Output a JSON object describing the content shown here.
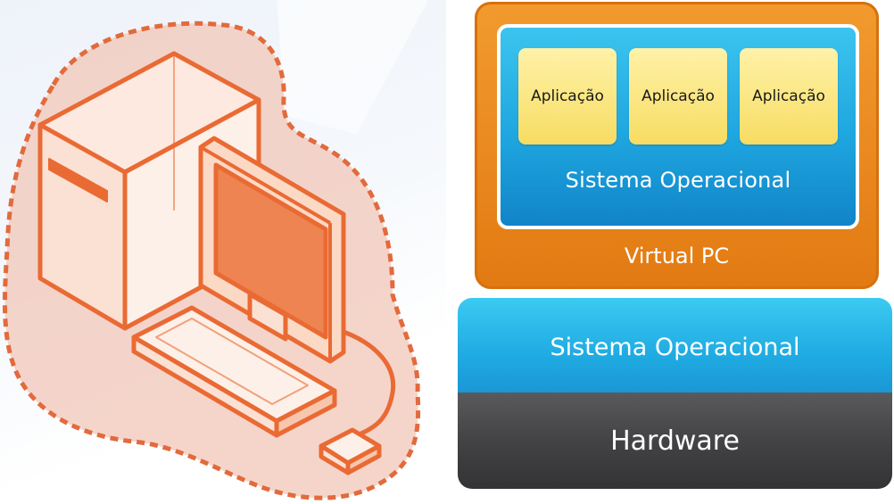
{
  "illustration": {
    "icons": [
      "computer-icon",
      "monitor-icon",
      "keyboard-icon",
      "mouse-icon"
    ],
    "accent_color": "#e8683a"
  },
  "diagram": {
    "applications": [
      "Aplicação",
      "Aplicação",
      "Aplicação"
    ],
    "guest_os_label": "Sistema Operacional",
    "virtual_pc_label": "Virtual PC",
    "host_os_label": "Sistema Operacional",
    "hardware_label": "Hardware",
    "colors": {
      "virtual_pc": "#ee8a1e",
      "operating_system": "#1ea6df",
      "application": "#fbe685",
      "hardware": "#434345"
    }
  }
}
